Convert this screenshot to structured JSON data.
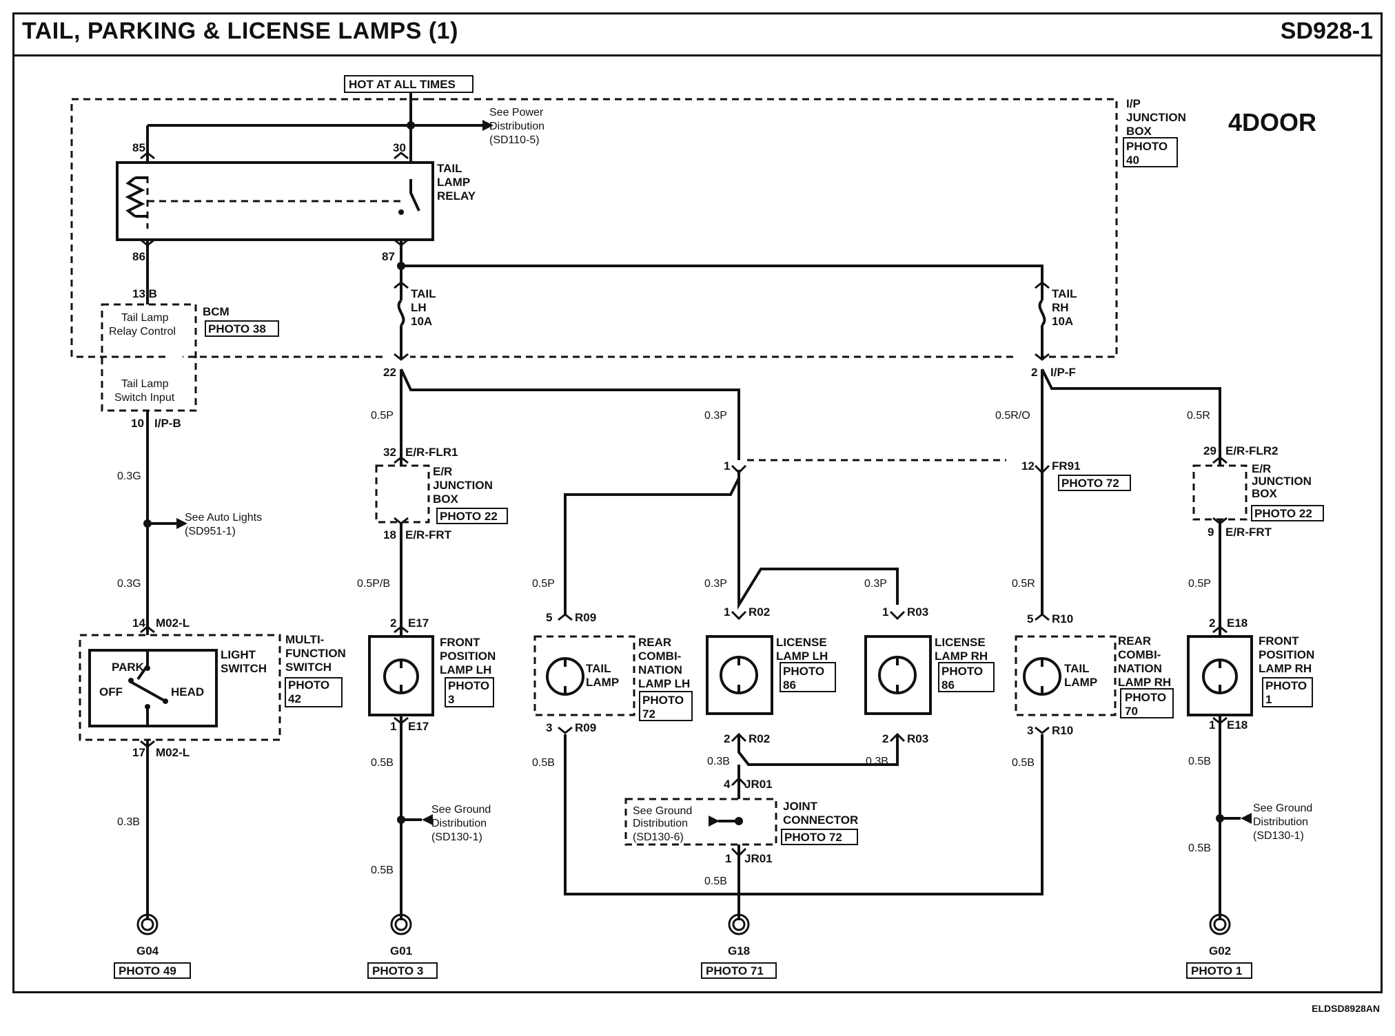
{
  "title": "TAIL, PARKING & LICENSE LAMPS (1)",
  "code": "SD928-1",
  "footer": "ELDSD8928AN",
  "variant": "4DOOR",
  "labels": {
    "hot": "HOT AT ALL TIMES",
    "see_power": [
      "See Power",
      "Distribution",
      "(SD110-5)"
    ],
    "ip_jb": [
      "I/P",
      "JUNCTION",
      "BOX"
    ],
    "photo40": [
      "PHOTO",
      "40"
    ],
    "pin85": "85",
    "pin30": "30",
    "pin86": "86",
    "pin87": "87",
    "relay": [
      "TAIL",
      "LAMP",
      "RELAY"
    ],
    "pin13b": "13 B",
    "bcm": "BCM",
    "bcm_relay": [
      "Tail Lamp",
      "Relay Control"
    ],
    "bcm_switch": [
      "Tail Lamp",
      "Switch Input"
    ],
    "photo38": "PHOTO 38",
    "pin10": "10",
    "ipb": "I/P-B",
    "fuse_lh": [
      "TAIL",
      "LH",
      "10A"
    ],
    "fuse_rh": [
      "TAIL",
      "RH",
      "10A"
    ],
    "pin22": "22",
    "pin2": "2",
    "ipf": "I/P-F",
    "w_05p": "0.5P",
    "w_03p": "0.3P",
    "w_05ro": "0.5R/O",
    "w_05r": "0.5R",
    "w_03g": "0.3G",
    "w_05pb": "0.5P/B",
    "w_05b": "0.5B",
    "w_03b": "0.3B",
    "pin32": "32",
    "erflr1": "E/R-FLR1",
    "erjb": [
      "E/R",
      "JUNCTION",
      "BOX"
    ],
    "photo22": "PHOTO 22",
    "pin18": "18",
    "erfrt": "E/R-FRT",
    "pin1": "1",
    "pin12": "12",
    "fr91": "FR91",
    "photo72": "PHOTO 72",
    "pin29": "29",
    "erflr2": "E/R-FLR2",
    "pin9": "9",
    "see_auto": [
      "See Auto Lights",
      "(SD951-1)"
    ],
    "pin14": "14",
    "m02l": "M02-L",
    "pin17": "17",
    "park": "PARK",
    "off": "OFF",
    "head": "HEAD",
    "light_sw": [
      "LIGHT",
      "SWITCH"
    ],
    "multi": [
      "MULTI-",
      "FUNCTION",
      "SWITCH"
    ],
    "photo42": [
      "PHOTO",
      "42"
    ],
    "e17": "E17",
    "pin5": "5",
    "r09": "R09",
    "r02": "R02",
    "r03": "R03",
    "r10": "R10",
    "e18": "E18",
    "pin3": "3",
    "pin4": "4",
    "front_lh": [
      "FRONT",
      "POSITION",
      "LAMP LH"
    ],
    "photo3": [
      "PHOTO",
      "3"
    ],
    "tail_lamp": [
      "TAIL",
      "LAMP"
    ],
    "rear_lh": [
      "REAR",
      "COMBI-",
      "NATION",
      "LAMP LH"
    ],
    "photo72b": [
      "PHOTO",
      "72"
    ],
    "lic_lh": [
      "LICENSE",
      "LAMP LH"
    ],
    "lic_rh": [
      "LICENSE",
      "LAMP RH"
    ],
    "photo86": [
      "PHOTO",
      "86"
    ],
    "rear_rh": [
      "REAR",
      "COMBI-",
      "NATION",
      "LAMP RH"
    ],
    "photo70": [
      "PHOTO",
      "70"
    ],
    "front_rh": [
      "FRONT",
      "POSITION",
      "LAMP RH"
    ],
    "photo1": [
      "PHOTO",
      "1"
    ],
    "see_ground": [
      "See Ground",
      "Distribution",
      "(SD130-1)"
    ],
    "see_ground6": [
      "See Ground",
      "Distribution",
      "(SD130-6)"
    ],
    "jr01": "JR01",
    "joint": [
      "JOINT",
      "CONNECTOR"
    ],
    "g04": "G04",
    "g01": "G01",
    "g18": "G18",
    "g02": "G02",
    "ph49": "PHOTO 49",
    "ph3": "PHOTO 3",
    "ph71": "PHOTO 71",
    "ph1": "PHOTO 1"
  }
}
